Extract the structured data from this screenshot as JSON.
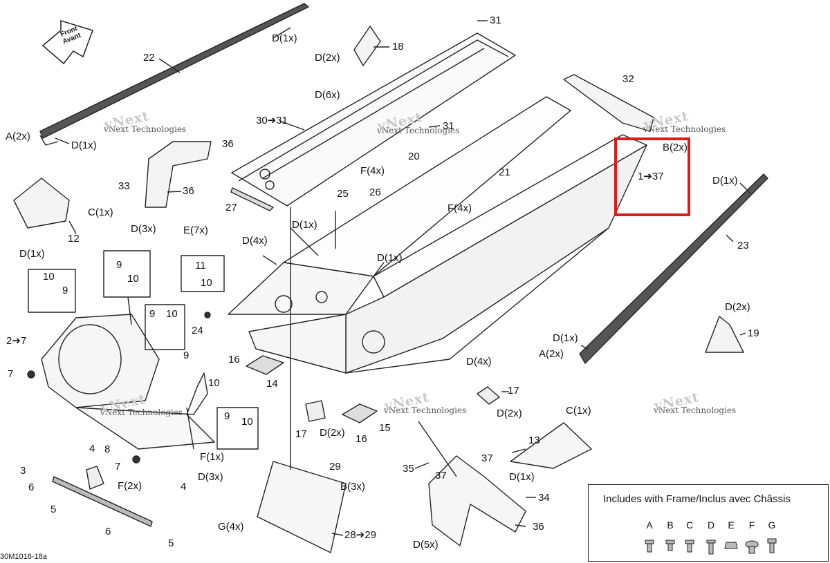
{
  "labels": {
    "l_d1x_top": "D(1x)",
    "l_22": "22",
    "l_a2x_l": "A(2x)",
    "l_d1x_l": "D(1x)",
    "l_31a": "31",
    "l_18": "18",
    "l_d2x_18": "D(2x)",
    "l_d6x": "D(6x)",
    "l_3031": "30➔31",
    "l_31b": "31",
    "l_36a": "36",
    "l_33": "33",
    "l_36b": "36",
    "l_d3x_a": "D(3x)",
    "l_20": "20",
    "l_f4x_a": "F(4x)",
    "l_25": "25",
    "l_26": "26",
    "l_27": "27",
    "l_21": "21",
    "l_f4x_b": "F(4x)",
    "l_32": "32",
    "l_b2x": "B(2x)",
    "l_137": "1➔37",
    "l_d1x_r": "D(1x)",
    "l_23": "23",
    "l_c1x_a": "C(1x)",
    "l_12": "12",
    "l_d1x_12": "D(1x)",
    "l_e7x": "E(7x)",
    "l_d4x_a": "D(4x)",
    "l_d1x_m": "D(1x)",
    "l_d1x_m2": "D(1x)",
    "l_9a": "9",
    "l_10a": "10",
    "l_11": "11",
    "l_10b": "10",
    "l_10c": "10",
    "l_9b": "9",
    "l_9c": "9",
    "l_10d": "10",
    "l_24": "24",
    "l_27a": "2➔7",
    "l_7a": "7",
    "l_9d": "9",
    "l_10e": "10",
    "l_16a": "16",
    "l_14": "14",
    "l_d4x_b": "D(4x)",
    "l_d2x_19": "D(2x)",
    "l_19": "19",
    "l_d1x_a2": "D(1x)",
    "l_a2x_r": "A(2x)",
    "l_17a": "17",
    "l_d2x_17": "D(2x)",
    "l_9e": "9",
    "l_10f": "10",
    "l_17b": "17",
    "l_d2x_b": "D(2x)",
    "l_16b": "16",
    "l_15": "15",
    "l_c1x_b": "C(1x)",
    "l_13": "13",
    "l_d1x_13": "D(1x)",
    "l_4a": "4",
    "l_8": "8",
    "l_7b": "7",
    "l_f1x": "F(1x)",
    "l_d3x_b": "D(3x)",
    "l_3": "3",
    "l_f2x": "F(2x)",
    "l_4b": "4",
    "l_6a": "6",
    "l_5a": "5",
    "l_6b": "6",
    "l_5b": "5",
    "l_29": "29",
    "l_b3x": "B(3x)",
    "l_g4x": "G(4x)",
    "l_2829": "28➔29",
    "l_35": "35",
    "l_37a": "37",
    "l_37b": "37",
    "l_34": "34",
    "l_36c": "36",
    "l_d5x": "D(5x)"
  },
  "front_arrow": {
    "line1": "Front",
    "line2": "Avant"
  },
  "watermark": {
    "logo": "vNext",
    "sub": "Technologies",
    "text": "vNext Technologies"
  },
  "legend": {
    "title": "Includes with Frame/Inclus avec Châssis",
    "letters": [
      "A",
      "B",
      "C",
      "D",
      "E",
      "F",
      "G"
    ]
  },
  "doc_code": "30M1016-18a",
  "colors": {
    "highlight": "#e01919",
    "line": "#222222",
    "watermark": "#c9c9c9"
  }
}
